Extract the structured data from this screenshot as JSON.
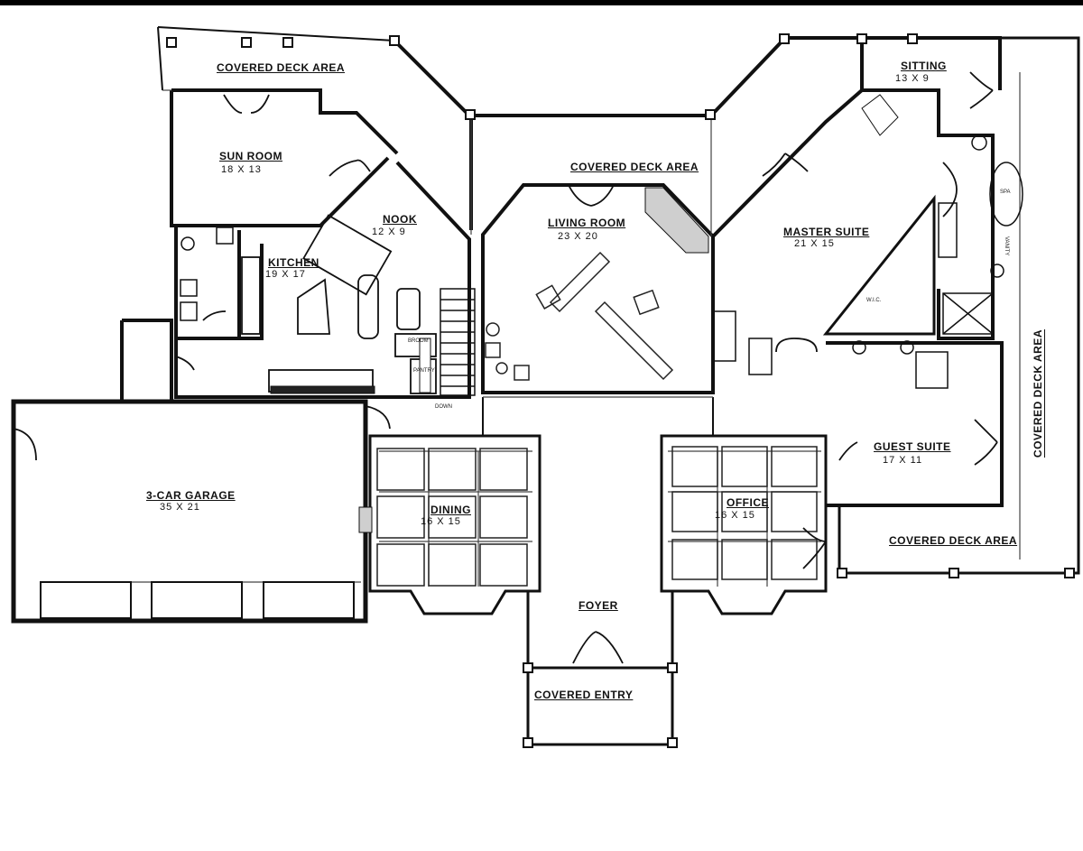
{
  "rooms": {
    "covered_deck_1": "COVERED DECK AREA",
    "covered_deck_2": "COVERED DECK AREA",
    "covered_deck_3": "COVERED DECK AREA",
    "covered_deck_4": "COVERED DECK AREA",
    "sun_room": {
      "name": "SUN ROOM",
      "dims": "18 X 13"
    },
    "nook": {
      "name": "NOOK",
      "dims": "12 X 9"
    },
    "kitchen": {
      "name": "KITCHEN",
      "dims": "19 X 17"
    },
    "living_room": {
      "name": "LIVING ROOM",
      "dims": "23 X 20"
    },
    "master_suite": {
      "name": "MASTER SUITE",
      "dims": "21 X 15"
    },
    "sitting": {
      "name": "SITTING",
      "dims": "13 X 9"
    },
    "guest_suite": {
      "name": "GUEST SUITE",
      "dims": "17 X 11"
    },
    "garage": {
      "name": "3-CAR GARAGE",
      "dims": "35 X 21"
    },
    "dining": {
      "name": "DINING",
      "dims": "16 X 15"
    },
    "office": {
      "name": "OFFICE",
      "dims": "16 X 15"
    },
    "foyer": {
      "name": "FOYER"
    },
    "covered_entry": {
      "name": "COVERED ENTRY"
    }
  },
  "fixtures": {
    "pantry": "PANTRY",
    "broom": "BROOM",
    "down": "DOWN",
    "spa": "SPA",
    "vanity": "VANITY",
    "w_i_c": "W.I.C."
  }
}
